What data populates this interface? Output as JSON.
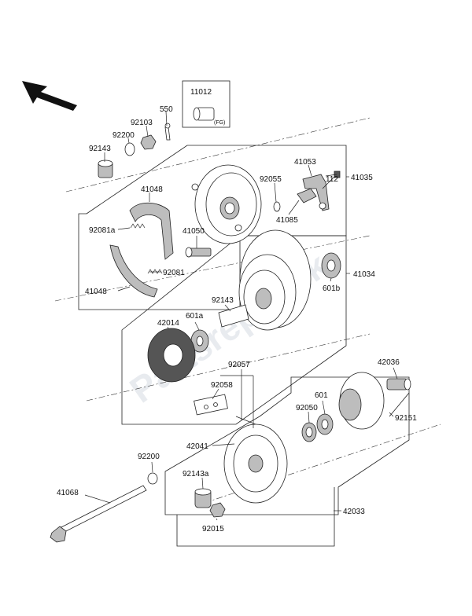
{
  "watermark": "Partsrepublik",
  "labels": {
    "p11012": "11012",
    "p11012_note": "(FG)",
    "p550": "550",
    "p92103": "92103",
    "p92200_top": "92200",
    "p92143_top": "92143",
    "p41053": "41053",
    "p92055": "92055",
    "p112": "112",
    "p41035": "41035",
    "p41048_top": "41048",
    "p92081a": "92081a",
    "p41050": "41050",
    "p41085": "41085",
    "p92081": "92081",
    "p41048_bot": "41048",
    "p41034": "41034",
    "p92143_mid": "92143",
    "p601b": "601b",
    "p42014": "42014",
    "p601a": "601a",
    "p92057": "92057",
    "p42036": "42036",
    "p92058": "92058",
    "p601": "601",
    "p92050": "92050",
    "p92151": "92151",
    "p42041": "42041",
    "p92200_bot": "92200",
    "p92143a": "92143a",
    "p41068": "41068",
    "p92015": "92015",
    "p42033": "42033"
  }
}
